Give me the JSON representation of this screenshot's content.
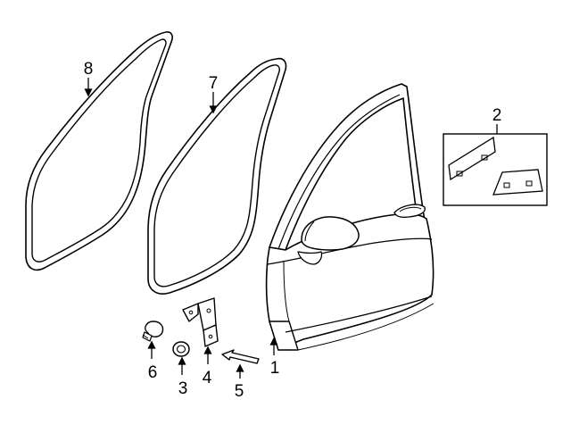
{
  "callouts": {
    "c1": "1",
    "c2": "2",
    "c3": "3",
    "c4": "4",
    "c5": "5",
    "c6": "6",
    "c7": "7",
    "c8": "8"
  },
  "colors": {
    "line": "#000000",
    "part_fill": "#ffffff",
    "background": "#ffffff"
  }
}
